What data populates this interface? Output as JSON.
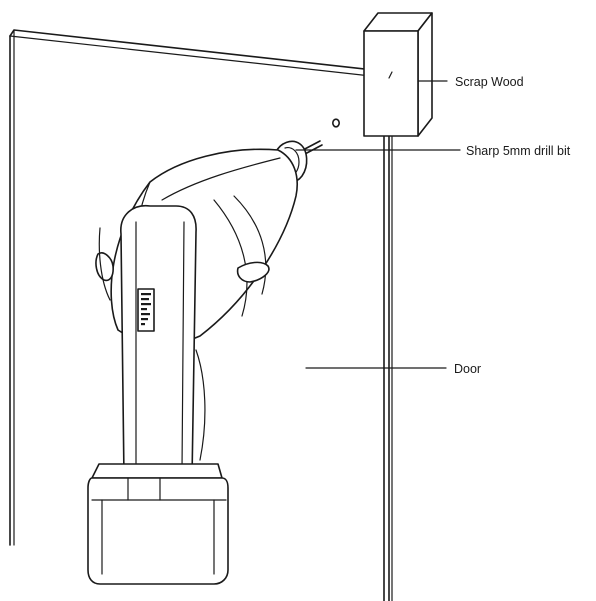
{
  "labels": {
    "scrap_wood": "Scrap Wood",
    "drill_bit": "Sharp 5mm drill bit",
    "door": "Door"
  },
  "colors": {
    "line": "#1a1a1a",
    "background": "#ffffff"
  }
}
